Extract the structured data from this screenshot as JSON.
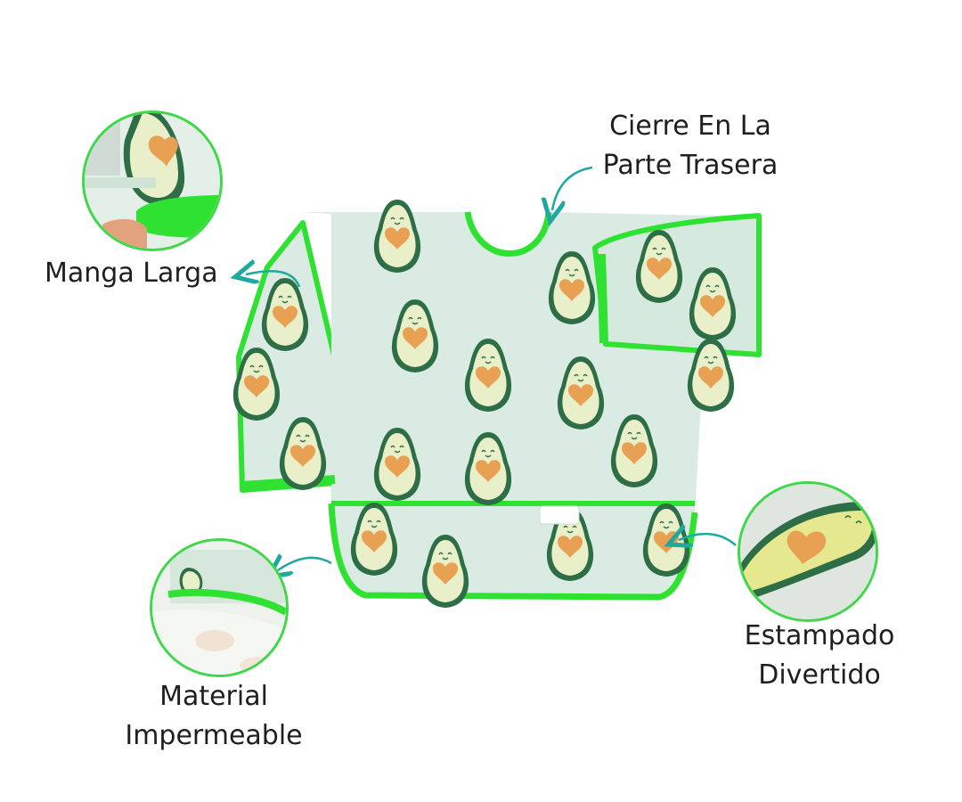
{
  "labels": {
    "back_line1": "Cierre En La",
    "back_line2": "Parte Trasera",
    "sleeve": "Manga Larga",
    "material_line1": "Material",
    "material_line2": "Impermeable",
    "print_line1": "Estampado",
    "print_line2": "Divertido"
  },
  "colors": {
    "fabric": "#d9ebe2",
    "trim": "#2fe232",
    "avocado_skin": "#2e6e46",
    "avocado_flesh": "#e9efc8",
    "heart": "#e8a052",
    "arrow": "#1fa8a0"
  },
  "icons": {
    "arrow": "curved-arrow-icon",
    "product": "avocado-bib-illustration"
  }
}
